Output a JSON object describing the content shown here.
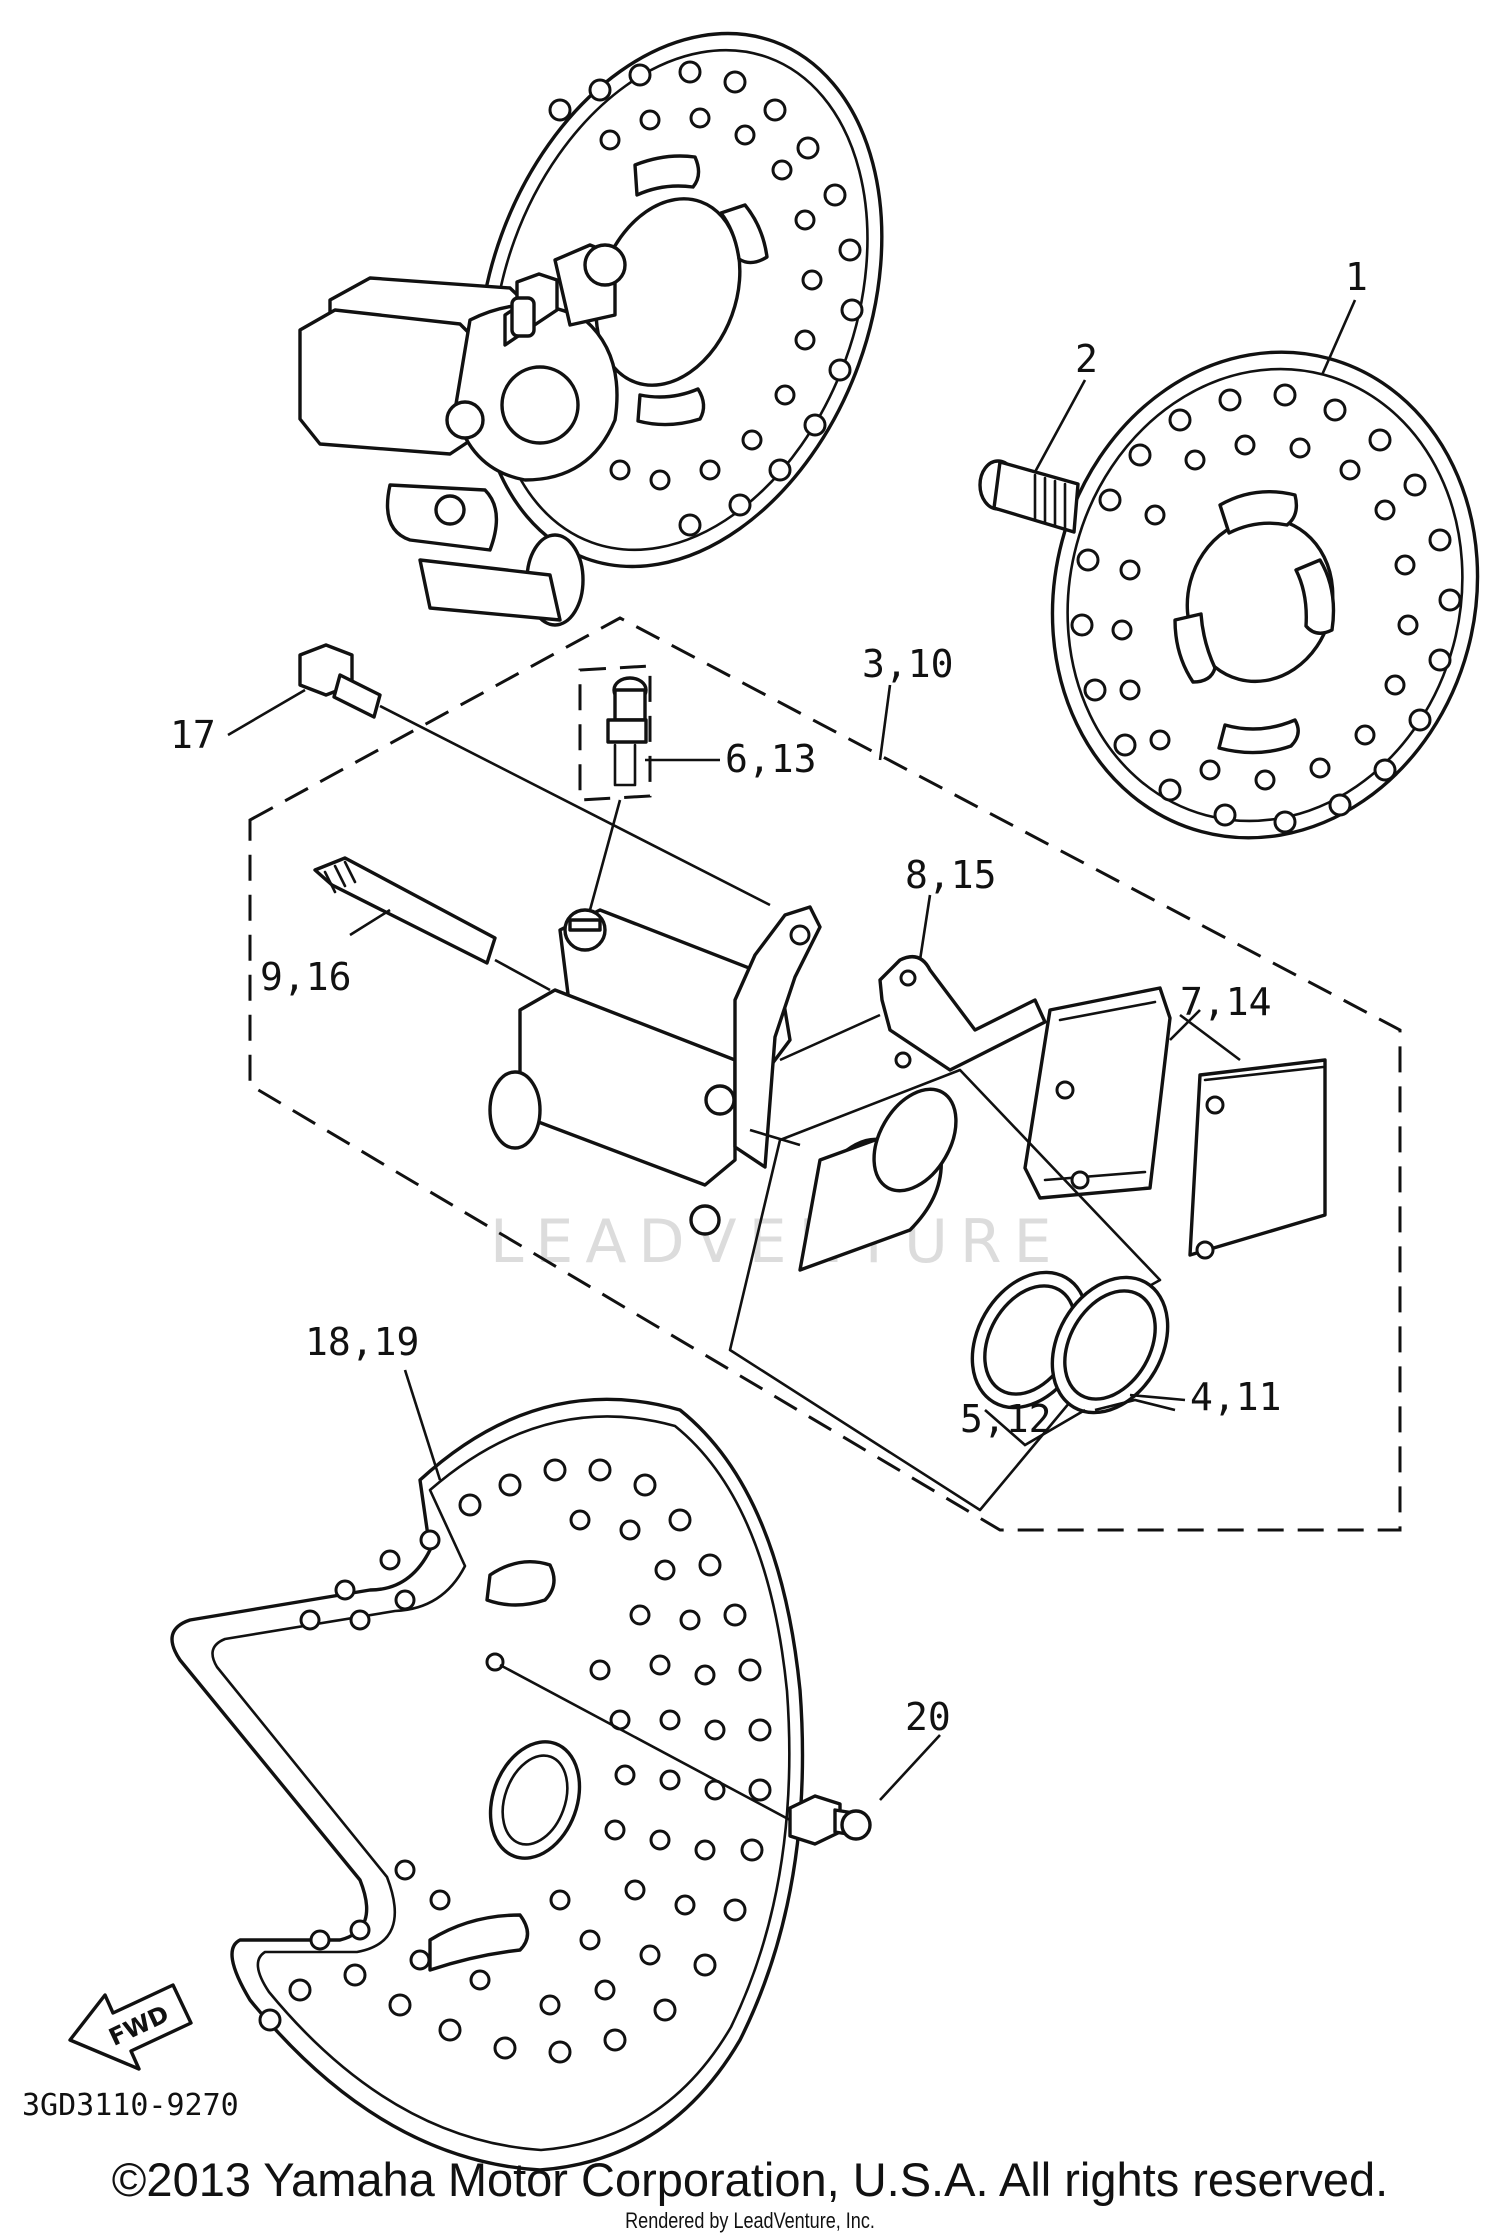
{
  "diagram": {
    "callouts": {
      "c1": "1",
      "c2": "2",
      "c3_10": "3,10",
      "c4_11": "4,11",
      "c5_12": "5,12",
      "c6_13": "6,13",
      "c7_14": "7,14",
      "c8_15": "8,15",
      "c9_16": "9,16",
      "c17": "17",
      "c18_19": "18,19",
      "c20": "20"
    },
    "fwd_label": "FWD",
    "diagram_code": "3GD3110-9270",
    "watermark": "LEADVENTURE"
  },
  "footer": {
    "copyright": "©2013 Yamaha Motor Corporation, U.S.A. All rights reserved.",
    "rendered_by": "Rendered by LeadVenture, Inc."
  }
}
